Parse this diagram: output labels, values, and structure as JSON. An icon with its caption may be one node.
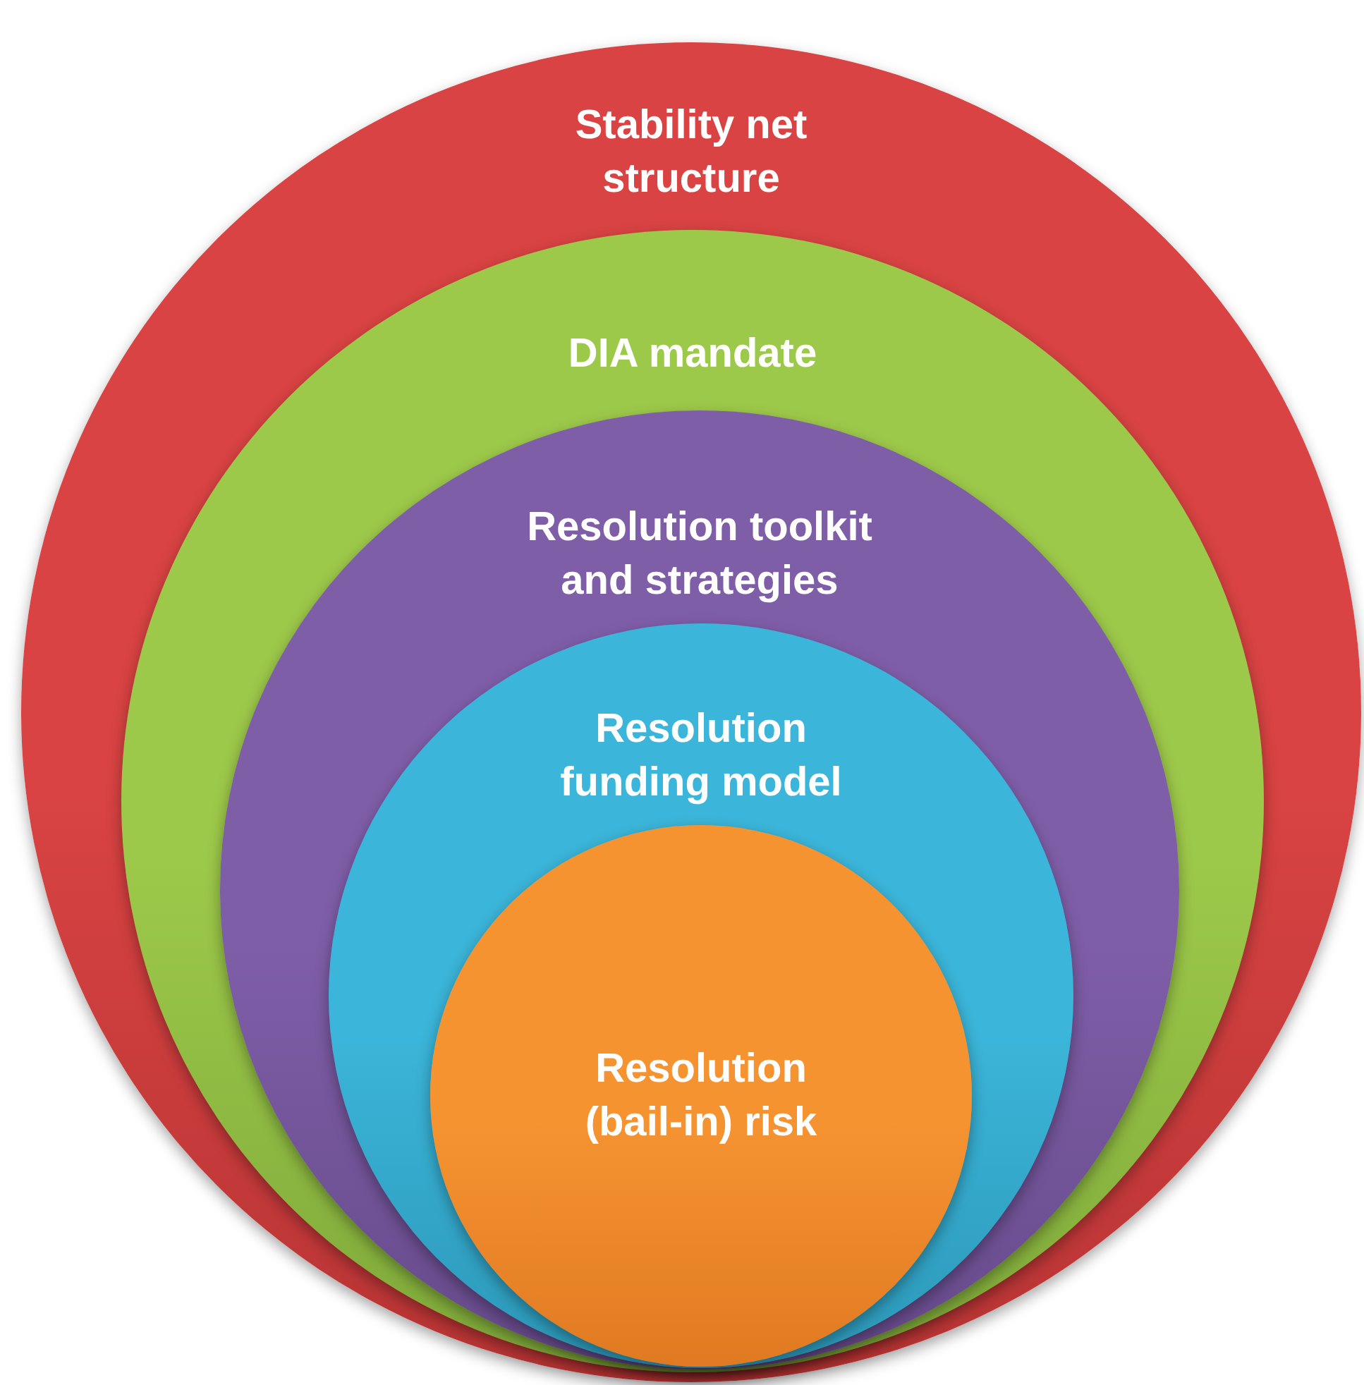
{
  "diagram": {
    "nodes": [
      {
        "text": [
          "Stability net structure"
        ]
      },
      {
        "text": [
          "DIA mandate"
        ],
        "in": 0
      },
      {
        "text": [
          "Resolution toolkit and strategies"
        ],
        "in": 1
      },
      {
        "text": [
          "Resolution funding model"
        ],
        "in": 2
      },
      {
        "text": [
          "Resolution (bail-in) risk"
        ],
        "in": 3
      }
    ]
  }
}
